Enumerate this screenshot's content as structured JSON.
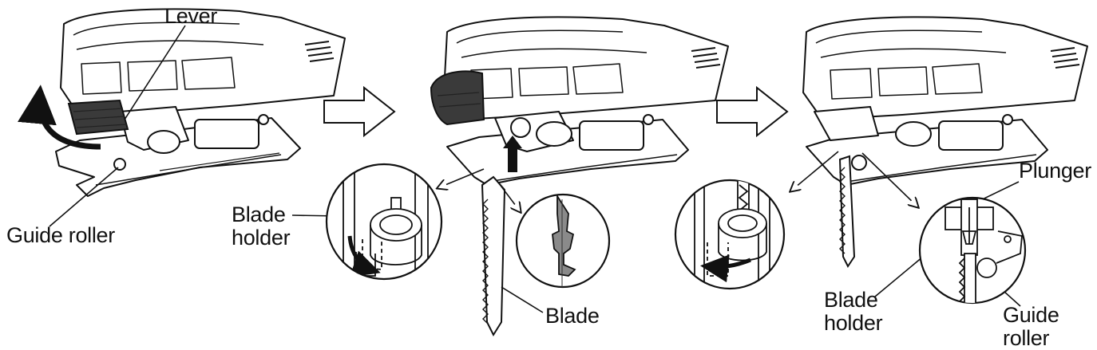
{
  "labels": {
    "lever": "Lever",
    "guide_roller_step1": "Guide roller",
    "blade_holder_step2": "Blade\nholder",
    "blade": "Blade",
    "plunger": "Plunger",
    "blade_holder_step3": "Blade\nholder",
    "guide_roller_step3": "Guide\nroller"
  },
  "colors": {
    "line": "#111111",
    "lever_fill": "#3a3a3a",
    "background": "#ffffff"
  }
}
